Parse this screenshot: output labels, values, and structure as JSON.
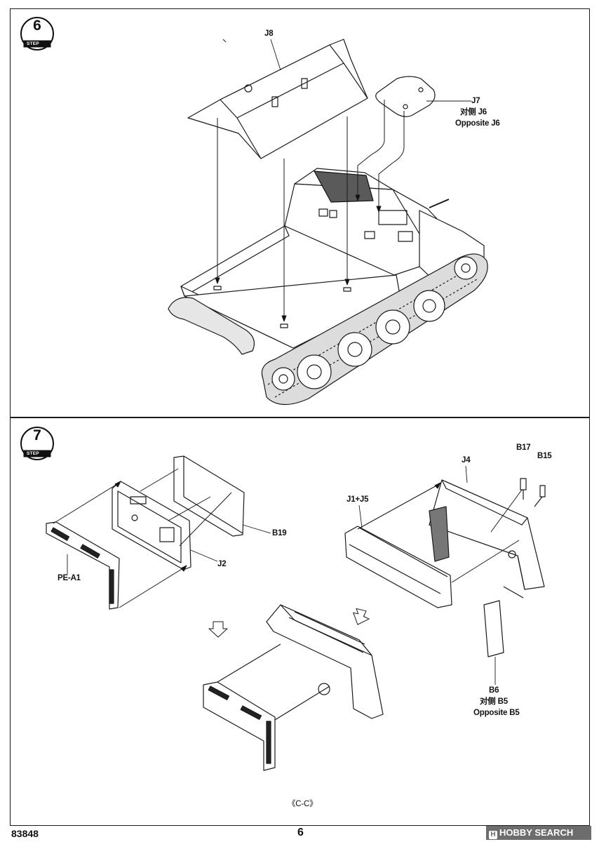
{
  "steps": [
    {
      "number": "6",
      "label": "STEP"
    },
    {
      "number": "7",
      "label": "STEP"
    }
  ],
  "step6": {
    "part_j8": "J8",
    "part_j7": "J7",
    "j7_opposite_cn": "对侧 J6",
    "j7_opposite_en": "Opposite J6"
  },
  "step7": {
    "part_b19": "B19",
    "part_j2": "J2",
    "part_pe_a1": "PE-A1",
    "part_j4": "J4",
    "part_b17": "B17",
    "part_b15": "B15",
    "part_j1_j5": "J1+J5",
    "part_b6": "B6",
    "b6_opposite_cn": "对侧 B5",
    "b6_opposite_en": "Opposite B5",
    "section": "《C-C》"
  },
  "footer": {
    "kit_number": "83848",
    "page_number": "6",
    "watermark": "HOBBY SEARCH",
    "watermark_mark": "H"
  }
}
